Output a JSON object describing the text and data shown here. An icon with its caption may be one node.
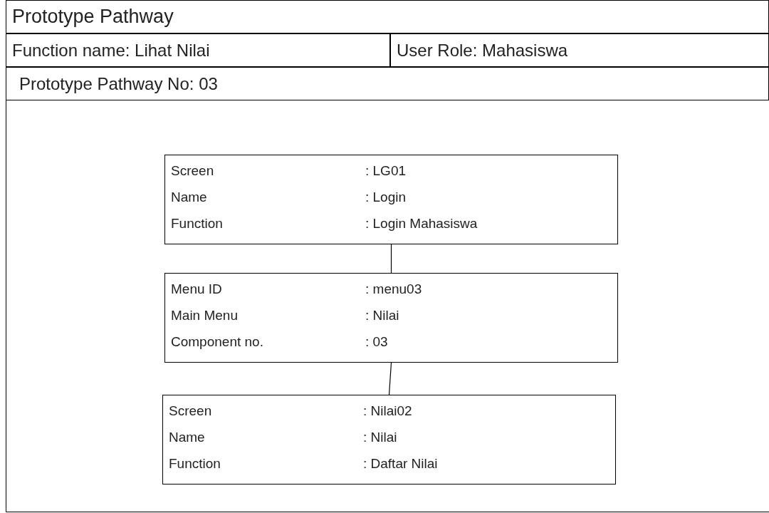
{
  "diagram": {
    "nodes": [
      {
        "text": [
          "Prototype Pathway"
        ]
      },
      {
        "text": [
          "Function name: Lihat Nilai"
        ]
      },
      {
        "text": [
          "User Role: Mahasiswa"
        ]
      },
      {
        "text": [
          "Prototype Pathway No: 03"
        ]
      },
      {
        "text": [
          "Screen",
          ": LG01",
          "Name",
          ": Login",
          "Function",
          ": Login Mahasiswa"
        ]
      },
      {
        "text": [
          "Menu ID",
          ": menu03",
          "Main Menu",
          ": Nilai",
          "Component no.",
          ": 03"
        ]
      },
      {
        "text": [
          "Screen",
          ": Nilai02",
          "Name",
          ": Nilai",
          "Function",
          ": Daftar Nilai"
        ]
      }
    ],
    "edges": [
      {
        "from": 4,
        "to": 5,
        "arrow": "none"
      },
      {
        "from": 5,
        "to": 6,
        "arrow": "none"
      }
    ]
  }
}
